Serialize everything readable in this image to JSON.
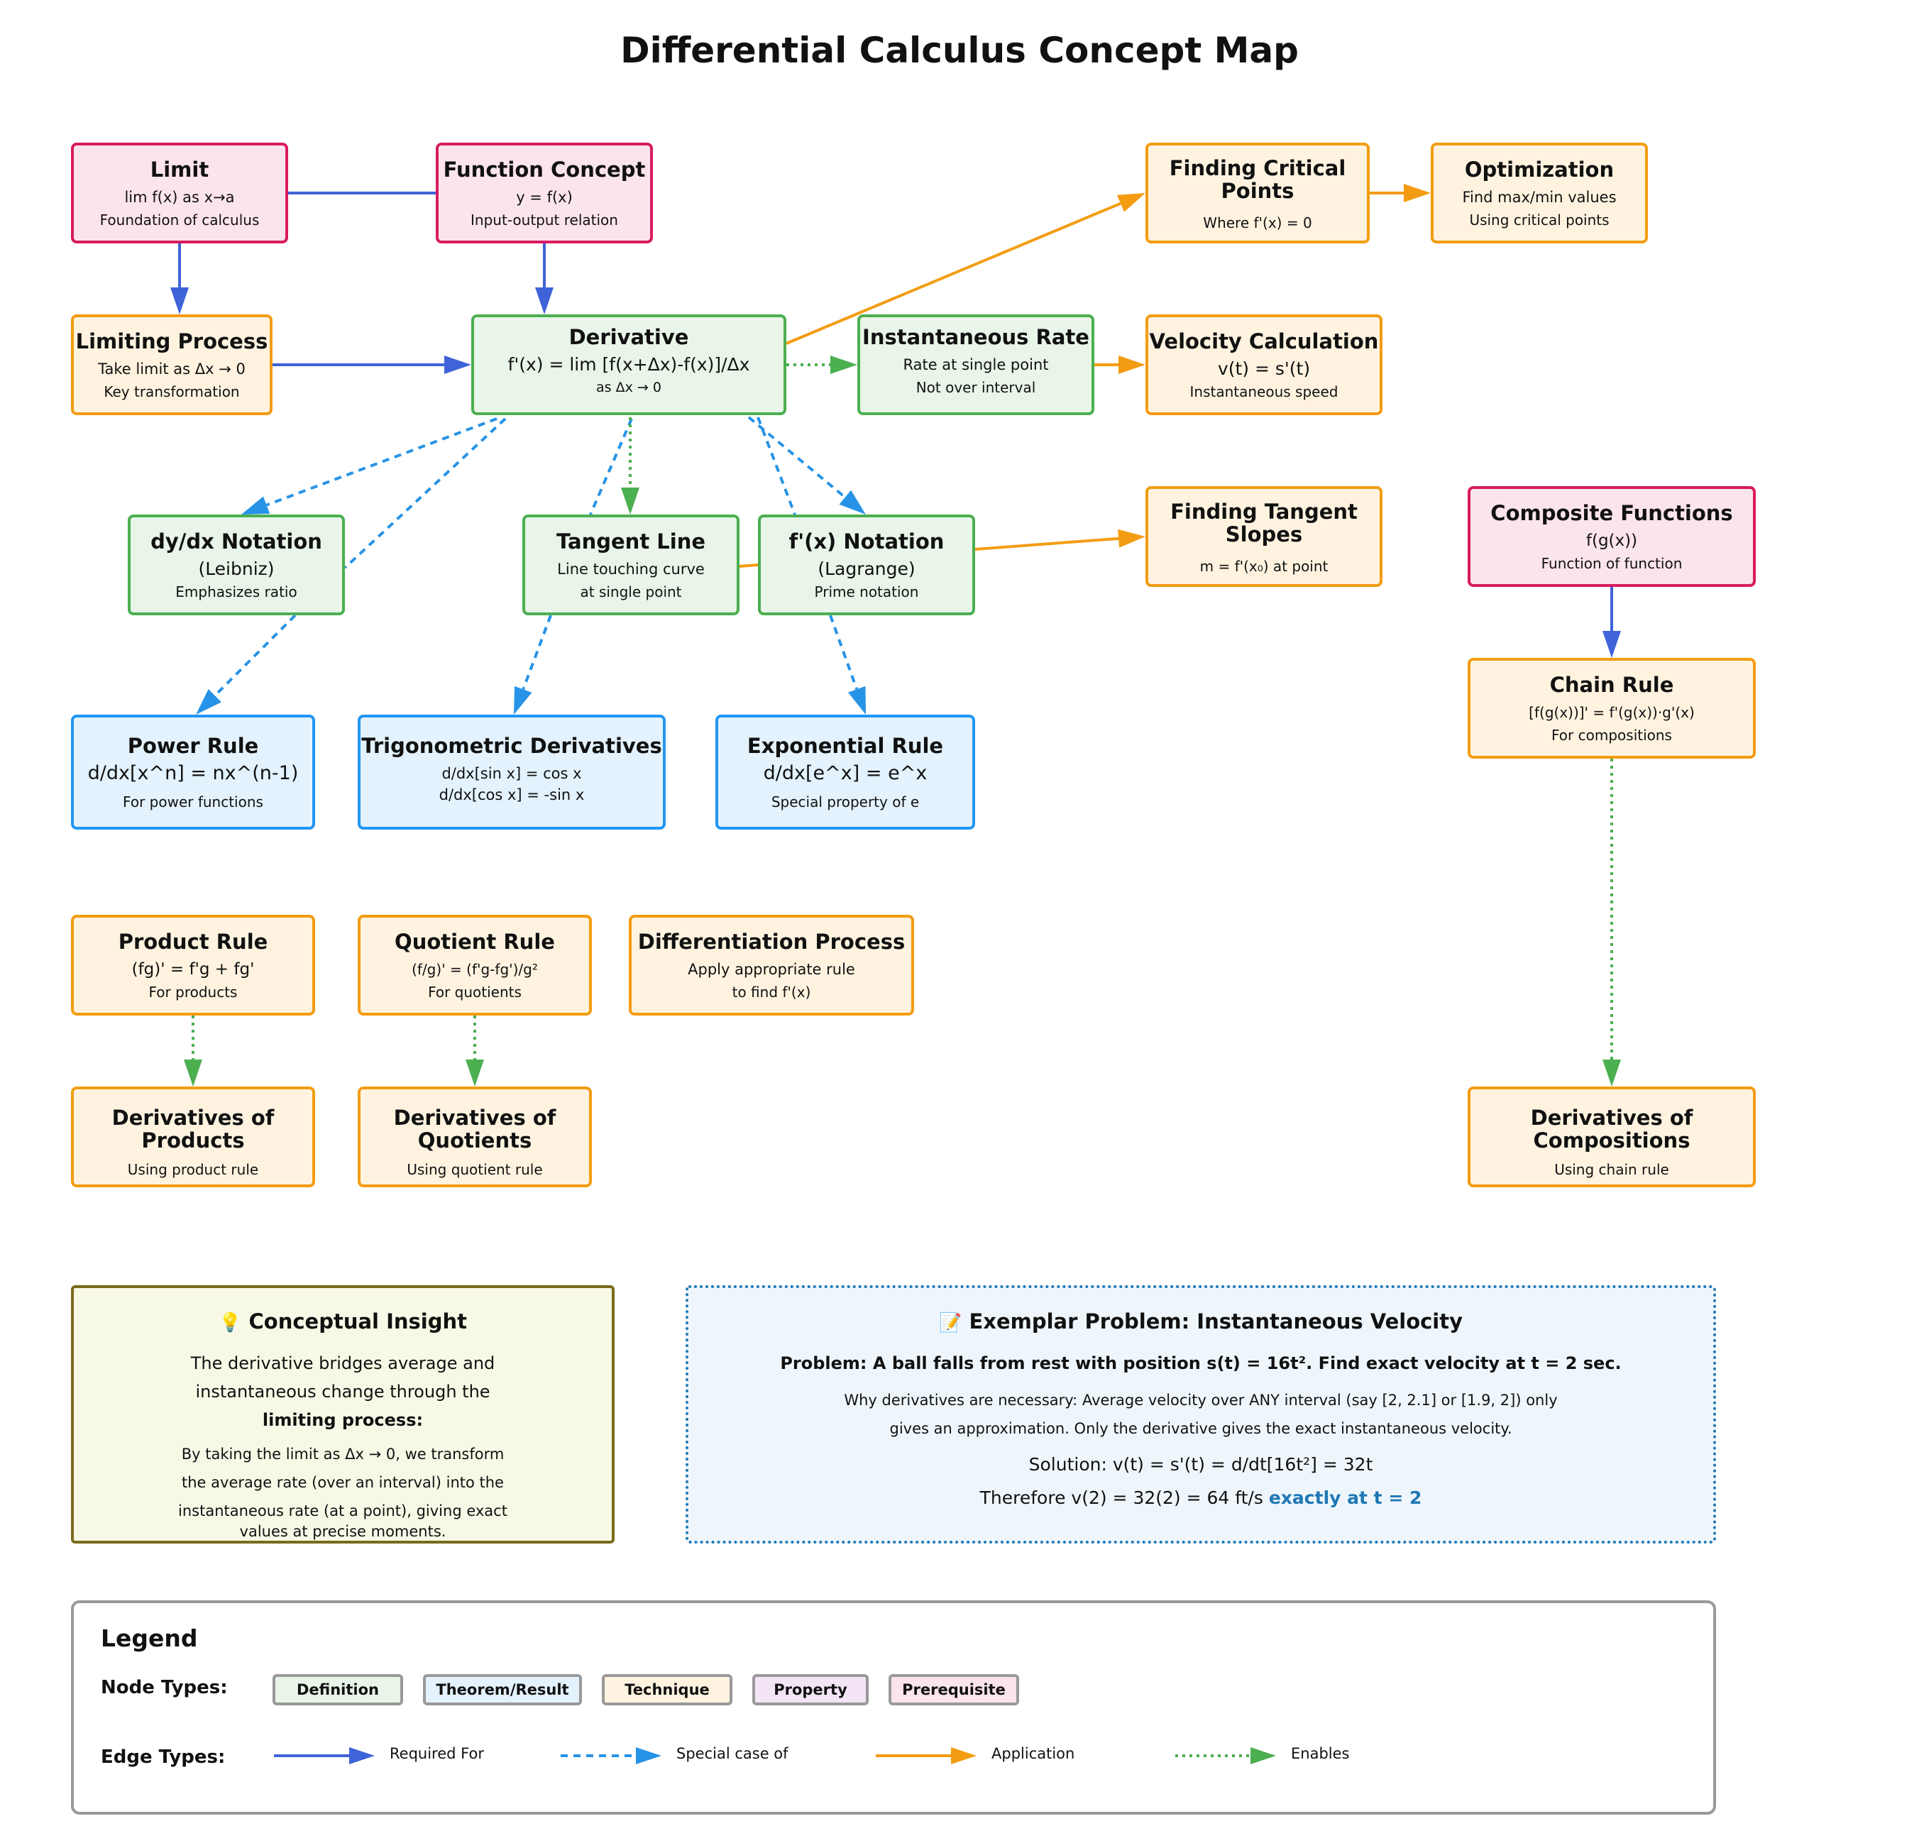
{
  "title": "Differential Calculus Concept Map",
  "colors": {
    "required_for": "#3f63d8",
    "special_case": "#2793e6",
    "application": "#f39c12",
    "enables": "#4caf50",
    "definition_fill": "#e8f5e8",
    "theorem_fill": "#e3f2fd",
    "technique_fill": "#fff3e0",
    "prerequisite_fill": "#fce4ec",
    "property_fill": "#f3e5f5"
  },
  "nodes": {
    "limit": {
      "title": "Limit",
      "l1": "lim f(x) as x→a",
      "l2": "Foundation of calculus"
    },
    "function_concept": {
      "title": "Function Concept",
      "l1": "y = f(x)",
      "l2": "Input-output relation"
    },
    "finding_critical_points": {
      "title": "Finding Critical\nPoints",
      "l1": "Where f'(x) = 0"
    },
    "optimization": {
      "title": "Optimization",
      "l1": "Find max/min values",
      "l2": "Using critical points"
    },
    "limiting_process": {
      "title": "Limiting Process",
      "l1": "Take limit as Δx → 0",
      "l2": "Key transformation"
    },
    "derivative": {
      "title": "Derivative",
      "l1": "f'(x) = lim [f(x+Δx)-f(x)]/Δx",
      "l2": "as Δx → 0"
    },
    "instantaneous_rate": {
      "title": "Instantaneous Rate",
      "l1": "Rate at single point",
      "l2": "Not over interval"
    },
    "velocity_calculation": {
      "title": "Velocity Calculation",
      "l1": "v(t) = s'(t)",
      "l2": "Instantaneous speed"
    },
    "dydx_notation": {
      "title": "dy/dx Notation",
      "l1": "(Leibniz)",
      "l2": "Emphasizes ratio"
    },
    "tangent_line": {
      "title": "Tangent Line",
      "l1": "Line touching curve",
      "l2": "at single point"
    },
    "fx_notation": {
      "title": "f'(x) Notation",
      "l1": "(Lagrange)",
      "l2": "Prime notation"
    },
    "finding_tangent_slopes": {
      "title": "Finding Tangent\nSlopes",
      "l1": "m = f'(x₀) at point"
    },
    "composite_functions": {
      "title": "Composite Functions",
      "l1": "f(g(x))",
      "l2": "Function of function"
    },
    "chain_rule": {
      "title": "Chain Rule",
      "l1": "[f(g(x))]' = f'(g(x))·g'(x)",
      "l2": "For compositions"
    },
    "power_rule": {
      "title": "Power Rule",
      "l1": "d/dx[x^n] = nx^(n-1)",
      "l2": "For power functions"
    },
    "trig_derivatives": {
      "title": "Trigonometric Derivatives",
      "l1": "d/dx[sin x] = cos x",
      "l2": "d/dx[cos x] = -sin x"
    },
    "exponential_rule": {
      "title": "Exponential Rule",
      "l1": "d/dx[e^x] = e^x",
      "l2": "Special property of e"
    },
    "product_rule": {
      "title": "Product Rule",
      "l1": "(fg)' = f'g + fg'",
      "l2": "For products"
    },
    "quotient_rule": {
      "title": "Quotient Rule",
      "l1": "(f/g)' = (f'g-fg')/g²",
      "l2": "For quotients"
    },
    "differentiation_process": {
      "title": "Differentiation Process",
      "l1": "Apply appropriate rule",
      "l2": "to find f'(x)"
    },
    "derivatives_of_products": {
      "title": "Derivatives of\nProducts",
      "l1": "Using product rule"
    },
    "derivatives_of_quotients": {
      "title": "Derivatives of\nQuotients",
      "l1": "Using quotient rule"
    },
    "derivatives_of_compositions": {
      "title": "Derivatives of\nCompositions",
      "l1": "Using chain rule"
    }
  },
  "insight": {
    "icon": "lightbulb-icon",
    "icon_glyph": "💡",
    "title": "Conceptual Insight",
    "p1a": "The derivative bridges average and",
    "p1b": "instantaneous change through the",
    "p1c": "limiting process:",
    "p2a": "By taking the limit as Δx → 0, we transform",
    "p2b": "the average rate (over an interval) into the",
    "p2c": "instantaneous rate (at a point), giving exact",
    "p2d": "values at precise moments."
  },
  "exemplar": {
    "icon": "memo-icon",
    "icon_glyph": "📝",
    "title": "Exemplar Problem: Instantaneous Velocity",
    "problem": "Problem: A ball falls from rest with position s(t) = 16t². Find exact velocity at t = 2 sec.",
    "why1": "Why derivatives are necessary: Average velocity over ANY interval (say [2, 2.1] or [1.9, 2]) only",
    "why2": "gives an approximation. Only the derivative gives the exact instantaneous velocity.",
    "solution": "Solution: v(t) = s'(t) = d/dt[16t²] = 32t",
    "therefore": "Therefore v(2) = 32(2) = 64 ft/s",
    "highlight": "exactly at t = 2"
  },
  "legend": {
    "title": "Legend",
    "node_types_label": "Node Types:",
    "edge_types_label": "Edge Types:",
    "node_types": [
      "Definition",
      "Theorem/Result",
      "Technique",
      "Property",
      "Prerequisite"
    ],
    "edge_types": [
      "Required For",
      "Special case of",
      "Application",
      "Enables"
    ]
  }
}
